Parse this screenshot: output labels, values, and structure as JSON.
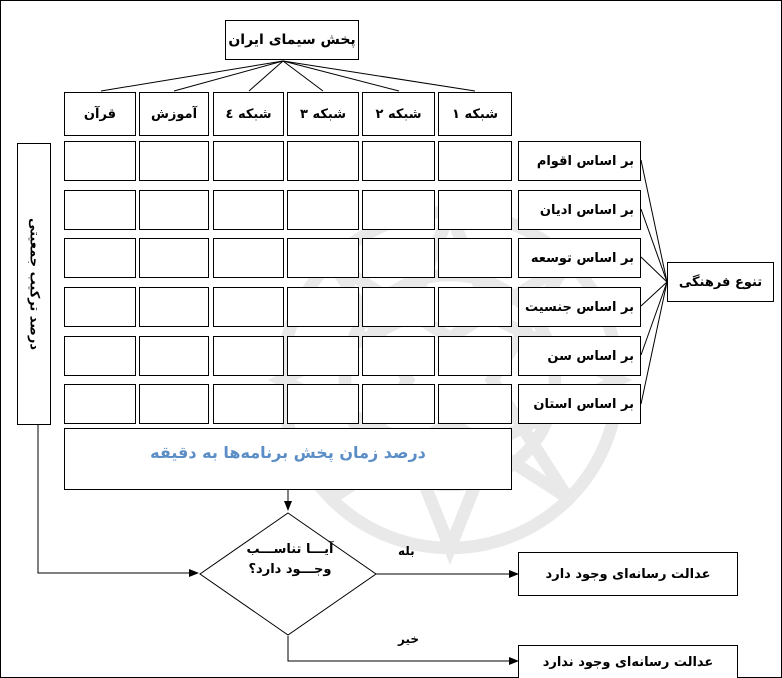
{
  "header": {
    "title": "پخش سیمای ایران"
  },
  "channels": [
    "قرآن",
    "آموزش",
    "شبکه ٤",
    "شبکه ۳",
    "شبکه ۲",
    "شبکه ۱"
  ],
  "criteria": [
    "بر اساس اقوام",
    "بر اساس ادیان",
    "بر اساس توسعه",
    "بر اساس جنسیت",
    "بر اساس سن",
    "بر اساس استان"
  ],
  "diversity_label": "تنوع فرهنگی",
  "population_label": "درصد ترکیب جمعیتی",
  "time_label": "درصد زمان پخش برنامه‌ها به دقیقه",
  "decision": {
    "line1": "آیـــا تناســـب",
    "line2": "وجـــود دارد؟"
  },
  "yes_label": "بله",
  "no_label": "خیر",
  "outcome_yes": "عدالت رسانه‌ای وجود دارد",
  "outcome_no": "عدالت رسانه‌ای وجود ندارد",
  "colors": {
    "time_text": "#5b8ec6",
    "border": "#000000"
  }
}
